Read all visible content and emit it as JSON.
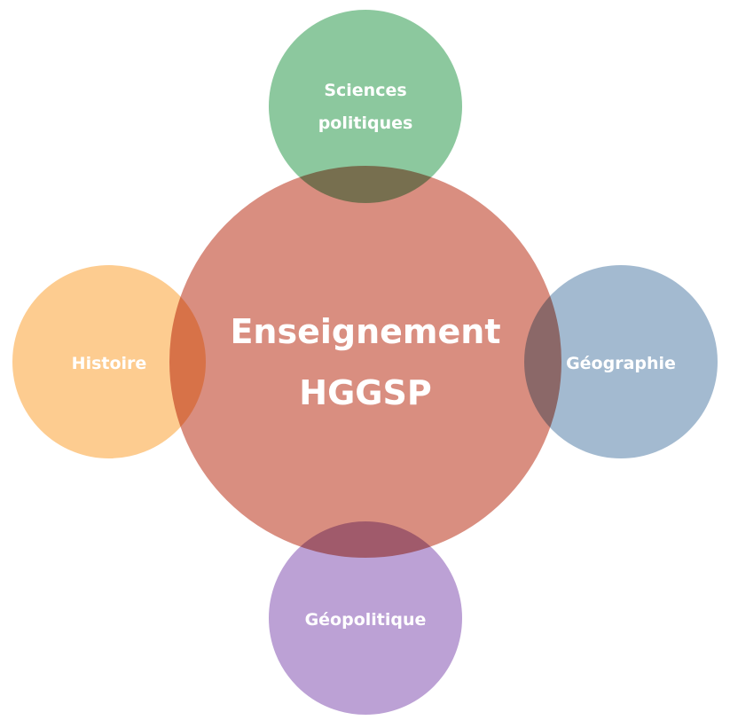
{
  "center": {
    "line1": "Enseignement",
    "line2": "HGGSP",
    "color": "#d98e80"
  },
  "nodes": {
    "top": {
      "line1": "Sciences",
      "line2": "politiques",
      "color": "#7fc294"
    },
    "left": {
      "label": "Histoire",
      "color": "#fdc684"
    },
    "right": {
      "label": "Géographie",
      "color": "#99b2cb"
    },
    "bottom": {
      "label": "Géopolitique",
      "color": "#b597d0"
    }
  }
}
